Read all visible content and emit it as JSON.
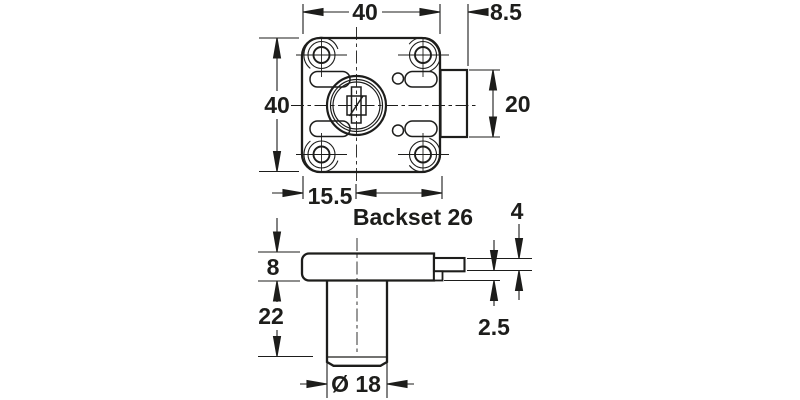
{
  "drawing": {
    "front_view": {
      "dim_width": "40",
      "dim_height": "40",
      "dim_bolt_protrusion": "8.5",
      "dim_bolt_height": "20",
      "dim_center_offset": "15.5",
      "dim_backset": "Backset 26"
    },
    "side_view": {
      "dim_plate_thickness": "8",
      "dim_cylinder_length": "22",
      "dim_cylinder_diameter": "Ø 18",
      "dim_bolt_thickness": "4",
      "dim_bolt_offset": "2.5"
    },
    "colors": {
      "line": "#1d1d1b",
      "background": "#ffffff"
    }
  }
}
